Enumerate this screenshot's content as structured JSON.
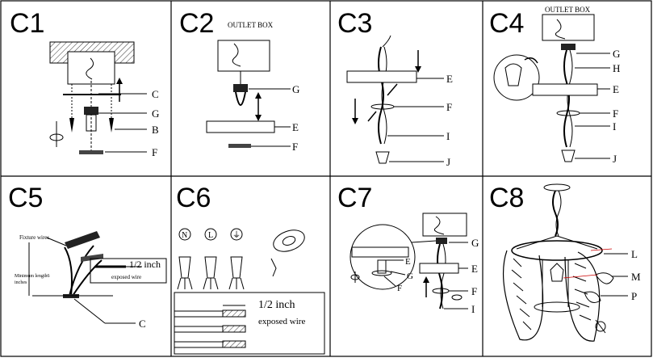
{
  "panels": [
    {
      "id": "c1",
      "title": "C1",
      "labels": [
        "C",
        "G",
        "B",
        "F"
      ]
    },
    {
      "id": "c2",
      "title": "C2",
      "caption": "OUTLET BOX",
      "labels": [
        "G",
        "E",
        "F"
      ]
    },
    {
      "id": "c3",
      "title": "C3",
      "labels": [
        "E",
        "F",
        "I",
        "J"
      ]
    },
    {
      "id": "c4",
      "title": "C4",
      "caption": "OUTLET BOX",
      "labels": [
        "G",
        "H",
        "E",
        "F",
        "I",
        "J"
      ]
    },
    {
      "id": "c5",
      "title": "C5",
      "fixture_wires": "Fixture wires",
      "min_length_line1": "Minimum length6",
      "min_length_line2": "inches",
      "measure": "1/2 inch",
      "exposed": "exposed wire",
      "labels": [
        "C"
      ]
    },
    {
      "id": "c6",
      "title": "C6",
      "symbols": [
        "N",
        "L",
        "⏚"
      ],
      "measure": "1/2 inch",
      "exposed": "exposed wire"
    },
    {
      "id": "c7",
      "title": "C7",
      "labels": [
        "G",
        "E",
        "G",
        "F",
        "E",
        "F",
        "I"
      ]
    },
    {
      "id": "c8",
      "title": "C8",
      "labels": [
        "L",
        "M",
        "P"
      ]
    }
  ]
}
